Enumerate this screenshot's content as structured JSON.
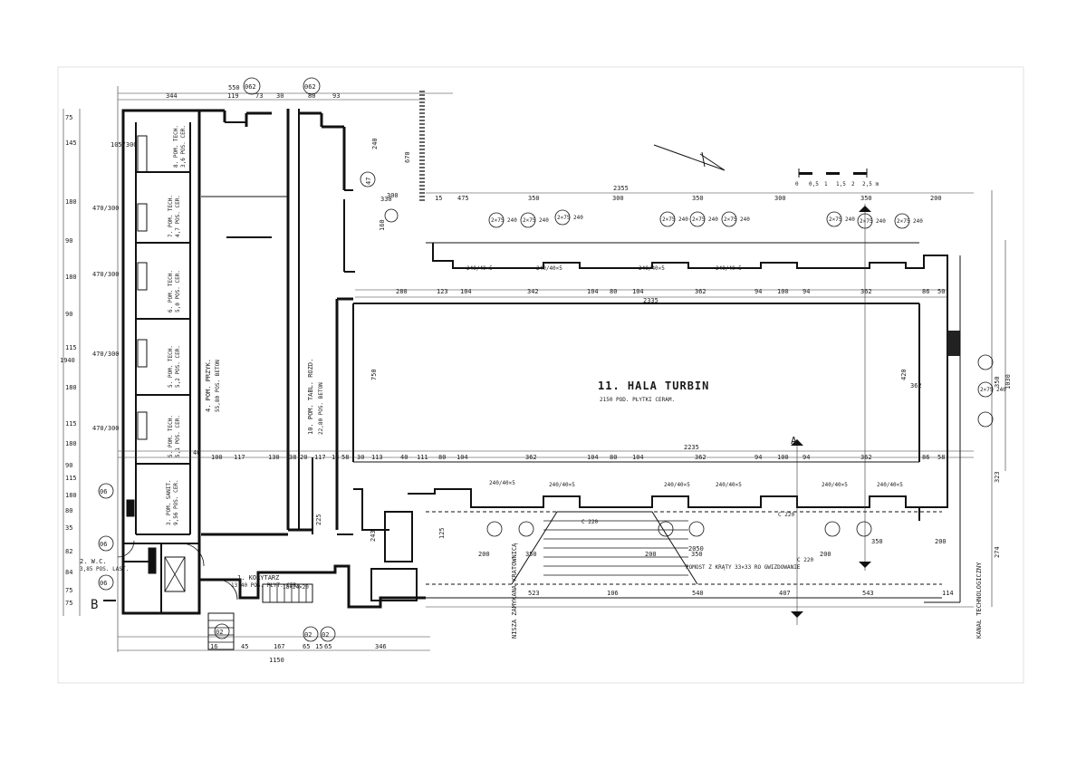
{
  "hall": {
    "title": "11. HALA TURBIN",
    "subtitle": "2150 POD. PŁYTKI CERAM."
  },
  "rooms": [
    {
      "id": "corridor",
      "text": "1. KORYTARZ",
      "sub": "13,40 POS. PŁYT. CER."
    },
    {
      "id": "wc",
      "text": "2. W.C.",
      "sub": "3,85 POS. LAST."
    },
    {
      "id": "room3",
      "text": "3. POM. SANIT.",
      "sub": "9,56 POS. CER."
    },
    {
      "id": "room4",
      "text": "4. POM. PRZYK.",
      "sub": "55,80 POS. BETON"
    },
    {
      "id": "room10",
      "text": "10. POM. TABL. ROZD.",
      "sub": "22,80 POS. BETON"
    },
    {
      "id": "room8",
      "text": "8. POM. TECH.",
      "sub": "3,6 POS. CER."
    },
    {
      "id": "room7",
      "text": "7. POM. TECH.",
      "sub": "4,7 POS. CER."
    },
    {
      "id": "room6",
      "text": "6. POM. TECH.",
      "sub": "5,0 POS. CER."
    },
    {
      "id": "room5",
      "text": "5. POM. TECH.",
      "sub": "5,2 POS. CER."
    },
    {
      "id": "room5b",
      "text": "5. POM. TECH.",
      "sub": "5,1 POS. CER."
    }
  ],
  "top_dims": [
    "344",
    "119",
    "73",
    "30",
    "80",
    "93",
    "550",
    "2355",
    "350",
    "300",
    "350",
    "300",
    "350",
    "200",
    "475",
    "15",
    "300"
  ],
  "mid_dims": [
    "280",
    "123",
    "104",
    "342",
    "104",
    "80",
    "104",
    "362",
    "94",
    "100",
    "94",
    "362",
    "86",
    "50",
    "2335"
  ],
  "low_dims": [
    "40",
    "100",
    "117",
    "130",
    "38",
    "20",
    "117",
    "13",
    "58",
    "30",
    "113",
    "40",
    "111",
    "80",
    "104",
    "362",
    "104",
    "80",
    "104",
    "362",
    "94",
    "100",
    "94",
    "362",
    "86",
    "58",
    "2235"
  ],
  "bottom_dims": [
    "523",
    "106",
    "540",
    "407",
    "543",
    "114",
    "2050",
    "200",
    "350",
    "200",
    "350",
    "200",
    "350",
    "200"
  ],
  "footer_dims": [
    "16",
    "45",
    "167",
    "65",
    "15",
    "65",
    "346",
    "1150"
  ],
  "left_dims": [
    "75",
    "145",
    "180",
    "90",
    "180",
    "90",
    "115",
    "180",
    "115",
    "180",
    "90",
    "115",
    "180",
    "75",
    "1940",
    "80",
    "35",
    "82",
    "84",
    "75"
  ],
  "left_texts": [
    "470/300",
    "470/300",
    "470/300",
    "470/300",
    "105/300"
  ],
  "right_dims": [
    "362",
    "350",
    "1030",
    "323",
    "274"
  ],
  "window_tags": [
    "240/40×5",
    "240/40×5",
    "240/40×5",
    "240/40×5",
    "240/40×5",
    "240/40×5",
    "240/40×5",
    "240/40×5",
    "240/40×5",
    "240/40×5"
  ],
  "section_marks": [
    "062",
    "062",
    "06",
    "06",
    "06",
    "02",
    "02",
    "02"
  ],
  "stairs_label": "POMOST Z KRĄTY 33×33 RO GWIZDOWANIE",
  "stairs2_label": "18×24×20",
  "circle_tags": [
    "2×75 240",
    "2×75 240",
    "2×75 240",
    "2×75 240",
    "2×75 240",
    "2×75 240",
    "2×75 240",
    "2×75 240",
    "2×75 240",
    "2×75 240"
  ],
  "scale": {
    "labels": [
      "0",
      "0,5",
      "1",
      "1,5",
      "2",
      "2,5 m"
    ]
  },
  "side_notes": [
    "NISZA ZAMYKANA KRATOWNICĄ",
    "KANAŁ TECHNOLOGICZNY"
  ],
  "misc": {
    "num_240": "240",
    "num_670": "670",
    "num_47": "47",
    "marker_b": "B",
    "marker_a": "A",
    "c220": "C 220",
    "c220b": "C 220",
    "c220c": "C 220",
    "num_750": "750",
    "num_420": "420",
    "num_330": "330",
    "num_160": "160",
    "num_225": "225",
    "num_243": "243",
    "num_125": "125"
  }
}
